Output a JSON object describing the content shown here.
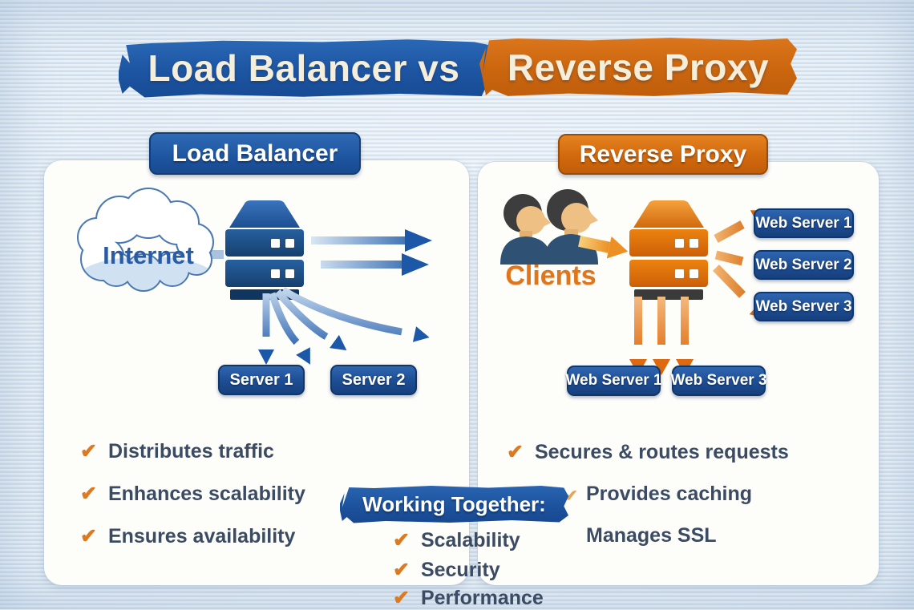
{
  "title": {
    "left": "Load Balancer vs",
    "right": "Reverse Proxy"
  },
  "left_panel": {
    "header": "Load Balancer",
    "cloud_label": "Internet",
    "server_badges": [
      "Server 1",
      "Server 2"
    ],
    "checklist": [
      "Distributes traffic",
      "Enhances scalability",
      "Ensures availability"
    ]
  },
  "right_panel": {
    "header": "Reverse Proxy",
    "clients_label": "Clients",
    "web_server_badges_right": [
      "Web Server 1",
      "Web Server 2",
      "Web Server 3"
    ],
    "web_server_badges_bottom": [
      "Web Server 1",
      "Web Server 3"
    ],
    "checklist": [
      "Secures & routes requests",
      "Provides caching",
      "Manages SSL"
    ]
  },
  "working_together": {
    "header": "Working Together:",
    "items": [
      "Scalability",
      "Security",
      "Performance"
    ]
  },
  "icons": {
    "check": "✔"
  },
  "colors": {
    "title_blue": "#1d55a2",
    "title_orange": "#cb660f",
    "badge_blue": "#1d4d93",
    "server_orange": "#e2730e",
    "check_orange": "#dd7920",
    "list_text": "#3b4b63",
    "cream_text": "#f4eedb",
    "background": "#dde8f1"
  }
}
